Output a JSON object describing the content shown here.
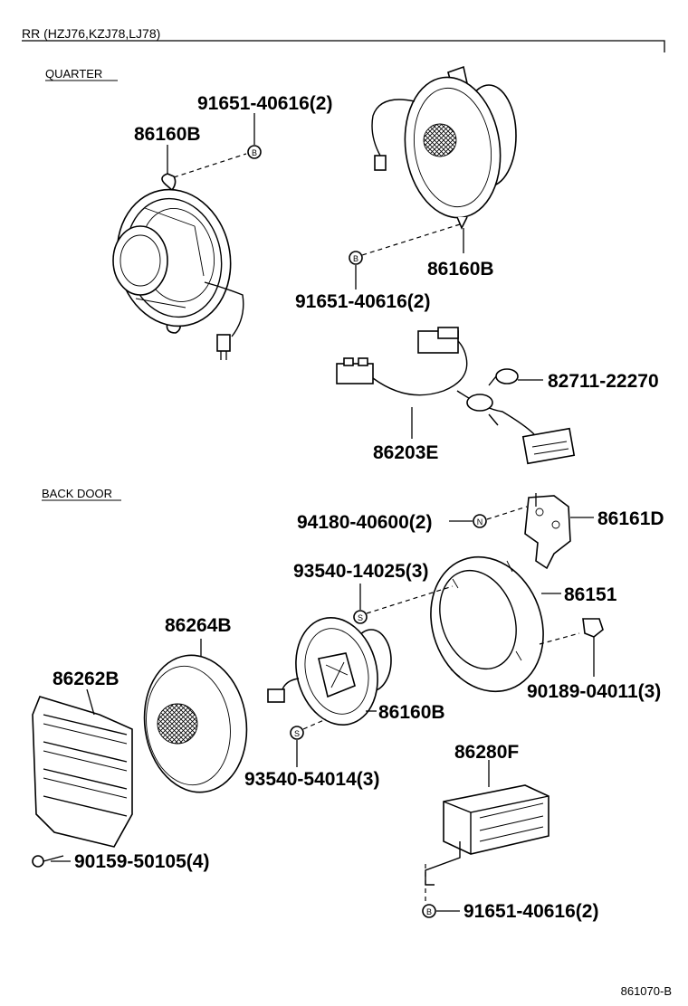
{
  "header": {
    "title": "RR (HZJ76,KZJ78,LJ78)"
  },
  "sections": {
    "quarter": "QUARTER",
    "back_door": "BACK DOOR"
  },
  "parts": {
    "speaker_quarter_left": "86160B",
    "screw_quarter_left": "91651-40616(2)",
    "speaker_quarter_right": "86160B",
    "screw_quarter_right": "91651-40616(2)",
    "clamp": "82711-22270",
    "wire_harness": "86203E",
    "nut": "94180-40600(2)",
    "bracket": "86161D",
    "screw_top": "93540-14025(3)",
    "spacer": "86151",
    "clip": "90189-04011(3)",
    "grille_cover": "86264B",
    "grille": "86262B",
    "speaker_back_door": "86160B",
    "screw_bottom": "93540-54014(3)",
    "screw_grille": "90159-50105(4)",
    "amplifier": "86280F",
    "screw_amplifier": "91651-40616(2)"
  },
  "symbols": {
    "bolt": "B",
    "nut": "N",
    "screw": "S"
  },
  "figure_code": "861070-B"
}
